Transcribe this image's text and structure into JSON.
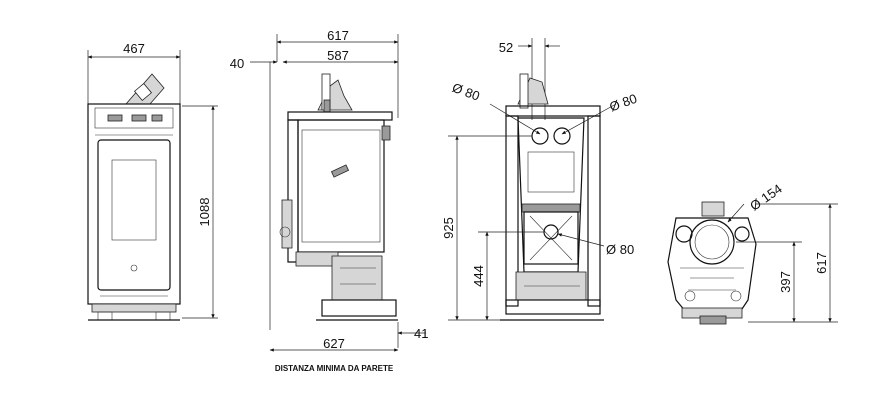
{
  "drawing": {
    "front_view": {
      "width": "467",
      "height": "1088"
    },
    "side_view": {
      "overall_depth": "617",
      "depth": "587",
      "offset": "40",
      "base_depth": "627",
      "rear_offset": "41",
      "note": "DISTANZA MINIMA DA PARETE"
    },
    "rear_view": {
      "offset": "52",
      "flue_left": "Ø 80",
      "flue_right": "Ø 80",
      "flue_height": "925",
      "air_height": "444",
      "air_diameter": "Ø 80"
    },
    "top_view": {
      "outlet_diameter": "Ø 154",
      "depth": "617",
      "outlet_position": "397"
    }
  }
}
